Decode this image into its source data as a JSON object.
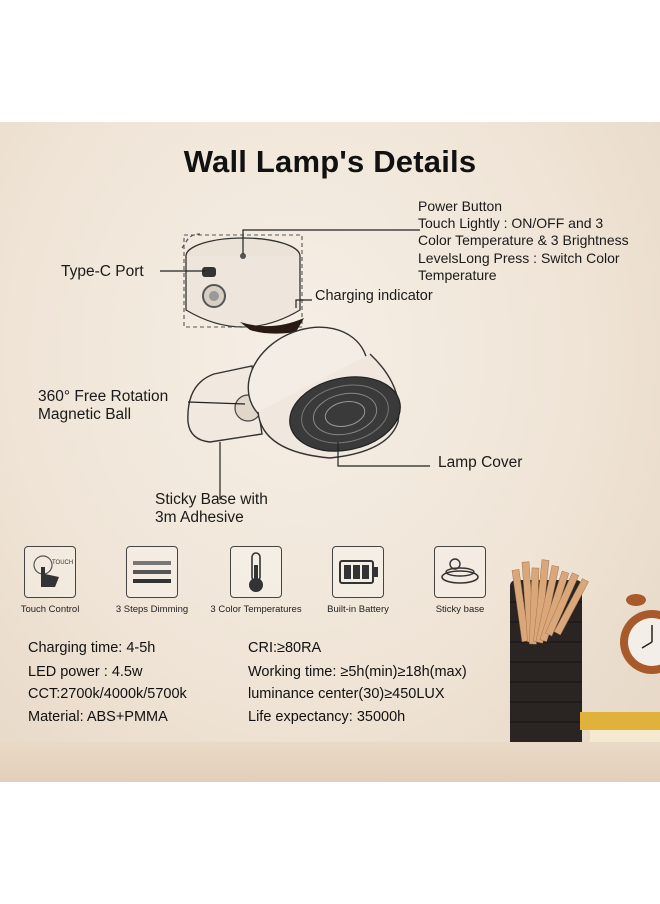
{
  "title": "Wall Lamp's Details",
  "callouts": {
    "power_button": [
      "Power Button",
      "Touch Lightly : ON/OFF and 3",
      "Color Temperature & 3 Brightness",
      " LevelsLong Press : Switch Color",
      " Temperature"
    ],
    "type_c_port": "Type-C  Port",
    "charging_indicator": "Charging indicator",
    "rotation": [
      "360° Free Rotation",
      "Magnetic Ball"
    ],
    "lamp_cover": "Lamp Cover",
    "sticky_base": [
      "Sticky Base with",
      "3m Adhesive"
    ]
  },
  "features": [
    {
      "icon": "touch-icon",
      "label": "Touch Control",
      "badge": "TOUCH"
    },
    {
      "icon": "dimming-icon",
      "label": "3 Steps Dimming"
    },
    {
      "icon": "thermometer-icon",
      "label": "3 Color Temperatures"
    },
    {
      "icon": "battery-icon",
      "label": "Built-in Battery"
    },
    {
      "icon": "sticky-base-icon",
      "label": "Sticky base"
    }
  ],
  "specs": {
    "left": [
      "Charging time: 4-5h",
      "LED power : 4.5w",
      "CCT:2700k/4000k/5700k",
      "Material: ABS+PMMA"
    ],
    "right": [
      "CRI:≥80RA",
      "Working time: ≥5h(min)≥18h(max)",
      " luminance center(30)≥450LUX",
      "Life expectancy: 35000h"
    ]
  },
  "colors": {
    "background": "#efe4d6",
    "text": "#111111",
    "pencil_cup": "#2a2522",
    "clock": "#a85a2a"
  }
}
